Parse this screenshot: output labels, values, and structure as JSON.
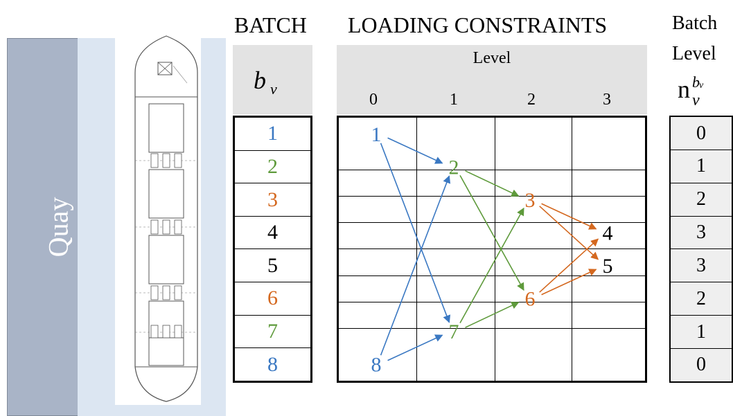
{
  "quay_label": "Quay",
  "headers": {
    "batch": "BATCH",
    "constraints": "LOADING CONSTRAINTS",
    "batch_level_line1": "Batch",
    "batch_level_line2": "Level"
  },
  "batch_symbol": {
    "base": "b",
    "sub": "v"
  },
  "level_symbol": {
    "base": "n",
    "sub": "v",
    "sup": "b",
    "sup_sub": "v"
  },
  "level_header": "Level",
  "level_columns": [
    "0",
    "1",
    "2",
    "3"
  ],
  "colors": {
    "blue": "#3a78c2",
    "green": "#5e9a3b",
    "orange": "#d4681f",
    "black": "#000000"
  },
  "batches": [
    {
      "id": "1",
      "color": "#3a78c2",
      "level": "0"
    },
    {
      "id": "2",
      "color": "#5e9a3b",
      "level": "1"
    },
    {
      "id": "3",
      "color": "#d4681f",
      "level": "2"
    },
    {
      "id": "4",
      "color": "#000000",
      "level": "3"
    },
    {
      "id": "5",
      "color": "#000000",
      "level": "3"
    },
    {
      "id": "6",
      "color": "#d4681f",
      "level": "2"
    },
    {
      "id": "7",
      "color": "#5e9a3b",
      "level": "1"
    },
    {
      "id": "8",
      "color": "#3a78c2",
      "level": "0"
    }
  ],
  "arrows": [
    {
      "from": "1",
      "to": "2",
      "color": "#3a78c2"
    },
    {
      "from": "1",
      "to": "7",
      "color": "#3a78c2"
    },
    {
      "from": "8",
      "to": "2",
      "color": "#3a78c2"
    },
    {
      "from": "8",
      "to": "7",
      "color": "#3a78c2"
    },
    {
      "from": "2",
      "to": "3",
      "color": "#5e9a3b"
    },
    {
      "from": "2",
      "to": "6",
      "color": "#5e9a3b"
    },
    {
      "from": "7",
      "to": "3",
      "color": "#5e9a3b"
    },
    {
      "from": "7",
      "to": "6",
      "color": "#5e9a3b"
    },
    {
      "from": "3",
      "to": "4",
      "color": "#d4681f"
    },
    {
      "from": "3",
      "to": "5",
      "color": "#d4681f"
    },
    {
      "from": "6",
      "to": "4",
      "color": "#d4681f"
    },
    {
      "from": "6",
      "to": "5",
      "color": "#d4681f"
    }
  ]
}
